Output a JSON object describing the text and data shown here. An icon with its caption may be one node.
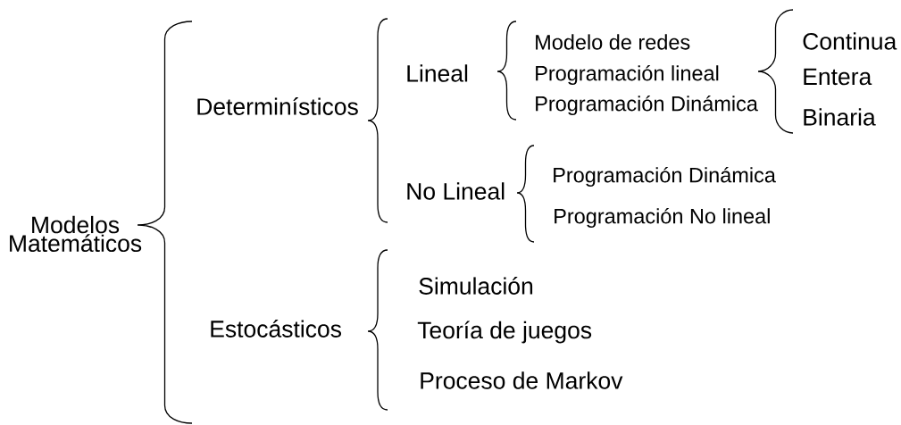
{
  "diagram": {
    "labels": [
      "Modelos Matemáticos",
      "Determinísticos",
      "Lineal",
      "Modelo de redes",
      "Programación lineal",
      "Programación Dinámica",
      "Continua",
      "Entera",
      "Binaria",
      "No Lineal",
      "Programación Dinámica",
      "Programación No lineal",
      "Estocásticos",
      "Simulación",
      "Teoría de juegos",
      "Proceso de Markov"
    ]
  }
}
